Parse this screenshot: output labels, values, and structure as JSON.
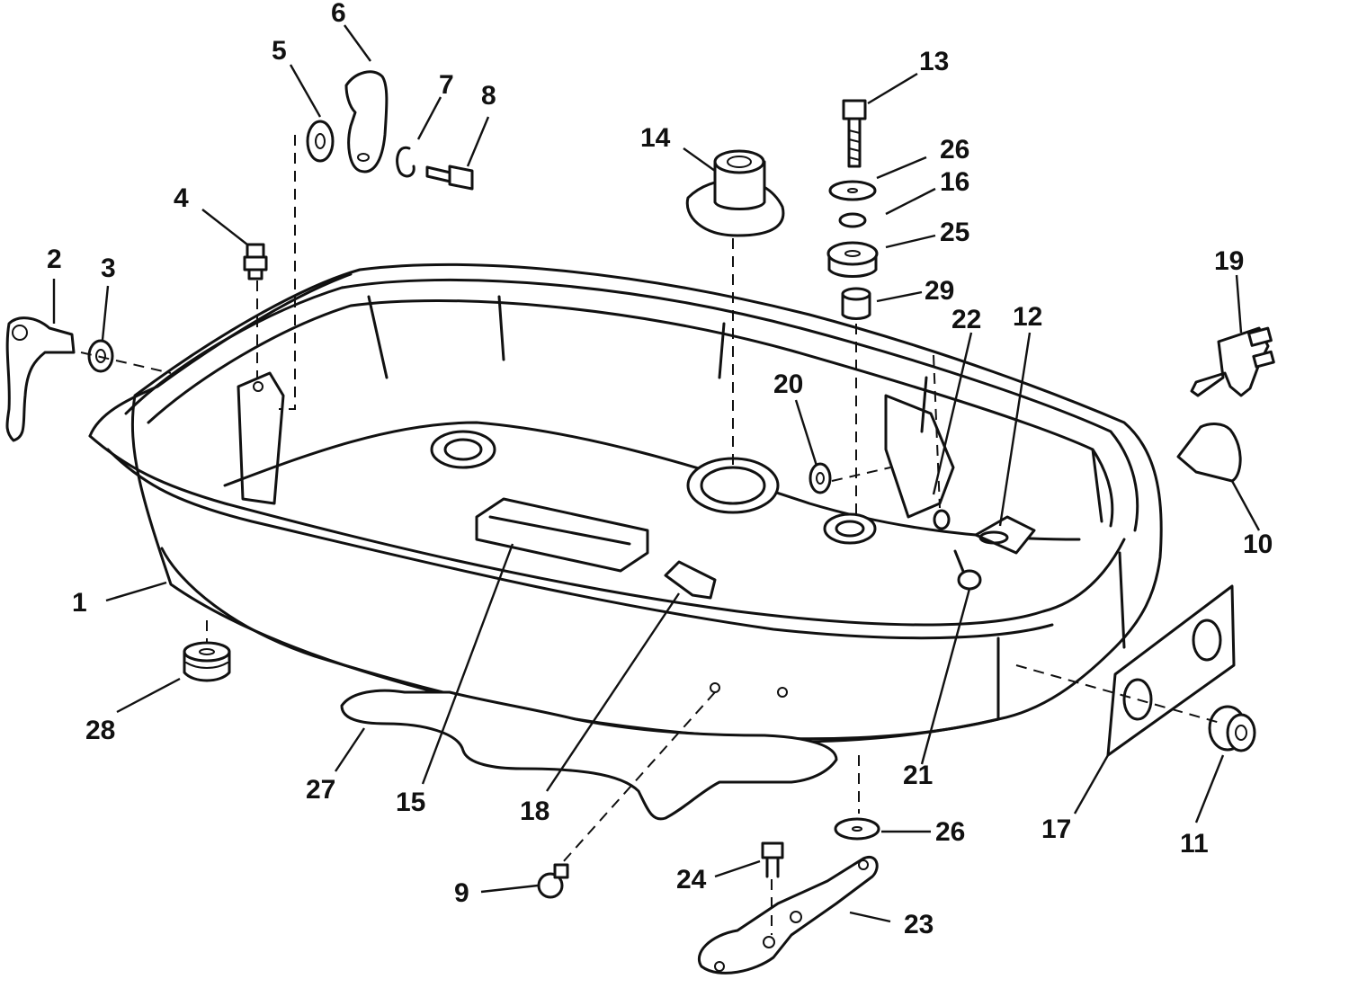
{
  "callouts": [
    {
      "id": "1",
      "label": "1"
    },
    {
      "id": "2",
      "label": "2"
    },
    {
      "id": "3",
      "label": "3"
    },
    {
      "id": "4",
      "label": "4"
    },
    {
      "id": "5",
      "label": "5"
    },
    {
      "id": "6",
      "label": "6"
    },
    {
      "id": "7",
      "label": "7"
    },
    {
      "id": "8",
      "label": "8"
    },
    {
      "id": "9",
      "label": "9"
    },
    {
      "id": "10",
      "label": "10"
    },
    {
      "id": "11",
      "label": "11"
    },
    {
      "id": "12",
      "label": "12"
    },
    {
      "id": "13",
      "label": "13"
    },
    {
      "id": "14",
      "label": "14"
    },
    {
      "id": "15",
      "label": "15"
    },
    {
      "id": "16",
      "label": "16"
    },
    {
      "id": "17",
      "label": "17"
    },
    {
      "id": "18",
      "label": "18"
    },
    {
      "id": "19",
      "label": "19"
    },
    {
      "id": "20",
      "label": "20"
    },
    {
      "id": "21",
      "label": "21"
    },
    {
      "id": "22",
      "label": "22"
    },
    {
      "id": "23",
      "label": "23"
    },
    {
      "id": "24",
      "label": "24"
    },
    {
      "id": "25",
      "label": "25"
    },
    {
      "id": "26a",
      "label": "26"
    },
    {
      "id": "26b",
      "label": "26"
    },
    {
      "id": "27",
      "label": "27"
    },
    {
      "id": "28",
      "label": "28"
    },
    {
      "id": "29",
      "label": "29"
    }
  ]
}
